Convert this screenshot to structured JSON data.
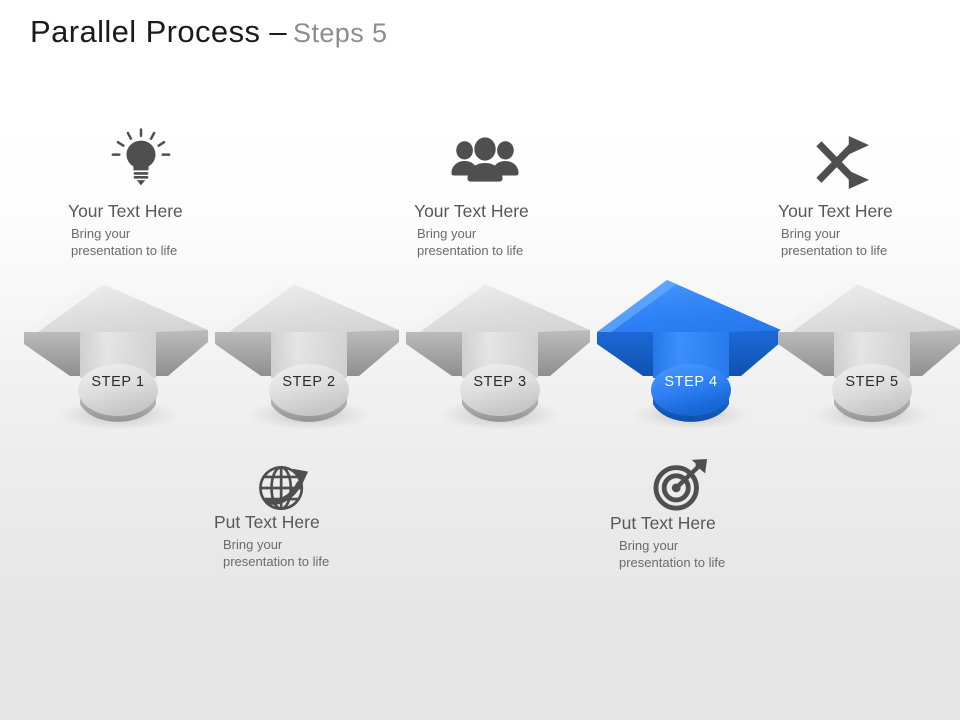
{
  "title": {
    "main": "Parallel Process –",
    "sub": "Steps 5"
  },
  "colors": {
    "accent_blue": "#2E80F5",
    "arrow_gray": "#D8D8D8",
    "heading_gray": "#585858",
    "body_gray": "#6b6b6b",
    "title_black": "#1b1b1b",
    "title_gray": "#8d8d8d",
    "background_top": "#ffffff",
    "background_bottom": "#e6e6e6"
  },
  "steps": [
    {
      "label": "STEP 1",
      "highlighted": false
    },
    {
      "label": "STEP 2",
      "highlighted": false
    },
    {
      "label": "STEP 3",
      "highlighted": false
    },
    {
      "label": "STEP 4",
      "highlighted": true
    },
    {
      "label": "STEP 5",
      "highlighted": false
    }
  ],
  "top_blocks": [
    {
      "icon": "lightbulb-icon",
      "heading": "Your Text Here",
      "body_line1": "Bring your",
      "body_line2": "presentation to life"
    },
    {
      "icon": "people-group-icon",
      "heading": "Your Text Here",
      "body_line1": "Bring your",
      "body_line2": "presentation to life"
    },
    {
      "icon": "shuffle-arrows-icon",
      "heading": "Your Text Here",
      "body_line1": "Bring your",
      "body_line2": "presentation to life"
    }
  ],
  "bottom_blocks": [
    {
      "icon": "globe-arrow-icon",
      "heading": "Put Text Here",
      "body_line1": "Bring your",
      "body_line2": "presentation to life"
    },
    {
      "icon": "target-arrow-icon",
      "heading": "Put Text Here",
      "body_line1": "Bring your",
      "body_line2": "presentation to life"
    }
  ]
}
